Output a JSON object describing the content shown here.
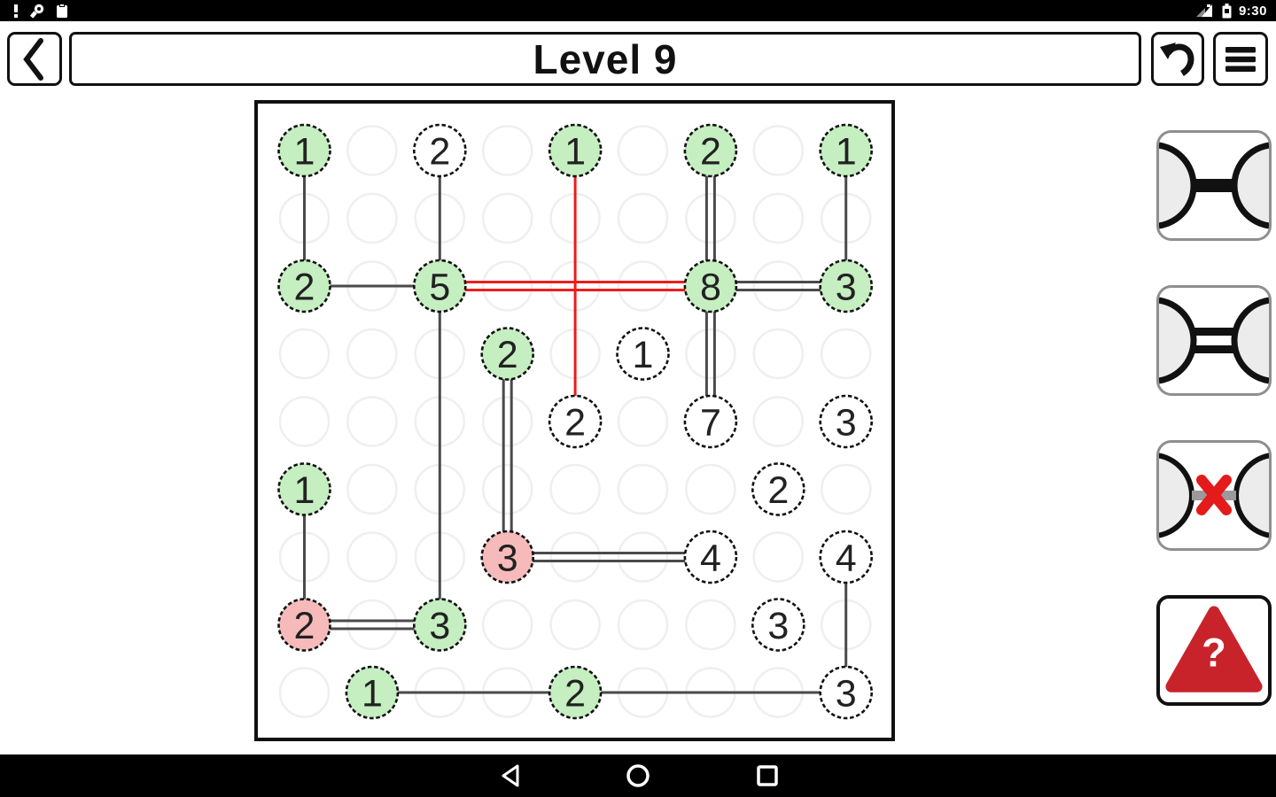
{
  "status_bar": {
    "time": "9:30",
    "left_icons": [
      "exclamation-icon",
      "key-icon",
      "clipboard-icon"
    ],
    "right_icons": [
      "signal-icon",
      "battery-icon"
    ]
  },
  "header": {
    "title": "Level 9",
    "back_icon": "chevron-left-icon",
    "undo_icon": "undo-arrow-icon",
    "menu_icon": "hamburger-menu-icon"
  },
  "board": {
    "grid_size": 9,
    "nodes": [
      {
        "r": 1,
        "c": 1,
        "v": "1",
        "color": "green"
      },
      {
        "r": 1,
        "c": 3,
        "v": "2",
        "color": "white"
      },
      {
        "r": 1,
        "c": 5,
        "v": "1",
        "color": "green"
      },
      {
        "r": 1,
        "c": 7,
        "v": "2",
        "color": "green"
      },
      {
        "r": 1,
        "c": 9,
        "v": "1",
        "color": "green"
      },
      {
        "r": 3,
        "c": 1,
        "v": "2",
        "color": "green"
      },
      {
        "r": 3,
        "c": 3,
        "v": "5",
        "color": "green"
      },
      {
        "r": 3,
        "c": 7,
        "v": "8",
        "color": "green"
      },
      {
        "r": 3,
        "c": 9,
        "v": "3",
        "color": "green"
      },
      {
        "r": 4,
        "c": 4,
        "v": "2",
        "color": "green"
      },
      {
        "r": 4,
        "c": 6,
        "v": "1",
        "color": "white"
      },
      {
        "r": 5,
        "c": 5,
        "v": "2",
        "color": "white"
      },
      {
        "r": 5,
        "c": 7,
        "v": "7",
        "color": "white"
      },
      {
        "r": 5,
        "c": 9,
        "v": "3",
        "color": "white"
      },
      {
        "r": 6,
        "c": 1,
        "v": "1",
        "color": "green"
      },
      {
        "r": 6,
        "c": 8,
        "v": "2",
        "color": "white"
      },
      {
        "r": 7,
        "c": 4,
        "v": "3",
        "color": "pink"
      },
      {
        "r": 7,
        "c": 7,
        "v": "4",
        "color": "white"
      },
      {
        "r": 7,
        "c": 9,
        "v": "4",
        "color": "white"
      },
      {
        "r": 8,
        "c": 1,
        "v": "2",
        "color": "pink"
      },
      {
        "r": 8,
        "c": 3,
        "v": "3",
        "color": "green"
      },
      {
        "r": 8,
        "c": 8,
        "v": "3",
        "color": "white"
      },
      {
        "r": 9,
        "c": 2,
        "v": "1",
        "color": "green"
      },
      {
        "r": 9,
        "c": 5,
        "v": "2",
        "color": "green"
      },
      {
        "r": 9,
        "c": 9,
        "v": "3",
        "color": "white"
      }
    ],
    "bridges": [
      {
        "from": [
          1,
          1
        ],
        "to": [
          3,
          1
        ],
        "count": 1,
        "conflict": false
      },
      {
        "from": [
          1,
          3
        ],
        "to": [
          3,
          3
        ],
        "count": 1,
        "conflict": false
      },
      {
        "from": [
          1,
          7
        ],
        "to": [
          3,
          7
        ],
        "count": 2,
        "conflict": false
      },
      {
        "from": [
          1,
          9
        ],
        "to": [
          3,
          9
        ],
        "count": 1,
        "conflict": false
      },
      {
        "from": [
          3,
          1
        ],
        "to": [
          3,
          3
        ],
        "count": 1,
        "conflict": false
      },
      {
        "from": [
          3,
          7
        ],
        "to": [
          3,
          9
        ],
        "count": 2,
        "conflict": false
      },
      {
        "from": [
          3,
          3
        ],
        "to": [
          8,
          3
        ],
        "count": 1,
        "conflict": false
      },
      {
        "from": [
          3,
          7
        ],
        "to": [
          5,
          7
        ],
        "count": 2,
        "conflict": false
      },
      {
        "from": [
          4,
          4
        ],
        "to": [
          7,
          4
        ],
        "count": 2,
        "conflict": false
      },
      {
        "from": [
          6,
          1
        ],
        "to": [
          8,
          1
        ],
        "count": 1,
        "conflict": false
      },
      {
        "from": [
          7,
          4
        ],
        "to": [
          7,
          7
        ],
        "count": 2,
        "conflict": false
      },
      {
        "from": [
          8,
          1
        ],
        "to": [
          8,
          3
        ],
        "count": 2,
        "conflict": false
      },
      {
        "from": [
          7,
          9
        ],
        "to": [
          9,
          9
        ],
        "count": 1,
        "conflict": false
      },
      {
        "from": [
          9,
          2
        ],
        "to": [
          9,
          5
        ],
        "count": 1,
        "conflict": false
      },
      {
        "from": [
          9,
          5
        ],
        "to": [
          9,
          9
        ],
        "count": 1,
        "conflict": false
      },
      {
        "from": [
          1,
          5
        ],
        "to": [
          5,
          5
        ],
        "count": 1,
        "conflict": true
      },
      {
        "from": [
          3,
          3
        ],
        "to": [
          3,
          7
        ],
        "count": 2,
        "conflict": true
      }
    ]
  },
  "side_toolbar": {
    "buttons": [
      {
        "id": "single-bridge-button",
        "icon": "single-bridge-icon"
      },
      {
        "id": "double-bridge-button",
        "icon": "double-bridge-icon"
      },
      {
        "id": "no-bridge-button",
        "icon": "no-bridge-x-icon",
        "x_label": "x"
      },
      {
        "id": "hint-button",
        "icon": "warning-question-icon",
        "label": "?"
      }
    ]
  },
  "nav_bar": {
    "icons": [
      "nav-back-icon",
      "nav-home-icon",
      "nav-recents-icon"
    ]
  },
  "colors": {
    "node_green": "#c5eec1",
    "node_pink": "#f6baba",
    "node_white": "#ffffff",
    "node_border": "#111111",
    "number_text": "#222222",
    "bridge": "#4a4a4a",
    "conflict": "#ee1c1c",
    "placeholder": "#efefef",
    "warning_red": "#c8232b"
  }
}
